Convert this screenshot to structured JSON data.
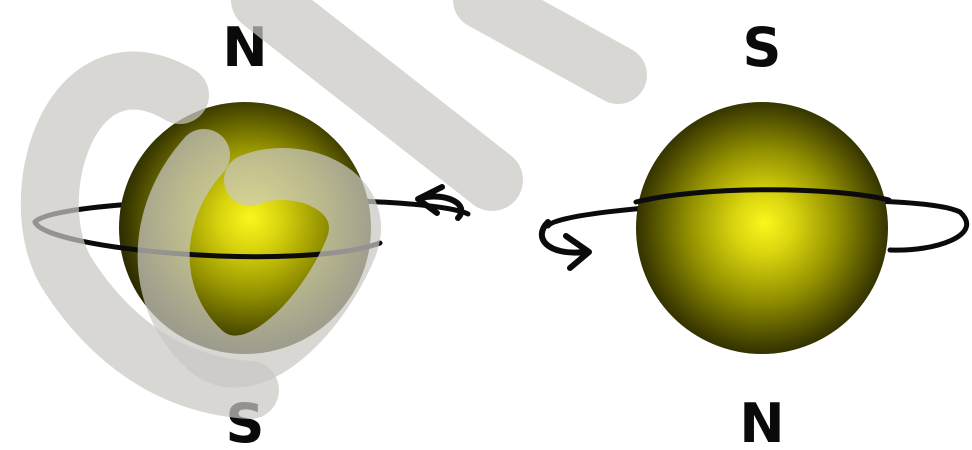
{
  "left_particle": {
    "top_label": "N",
    "bottom_label": "S",
    "sphere_color": "#e4e01a",
    "spin_direction": "counterclockwise-arrow"
  },
  "right_particle": {
    "top_label": "S",
    "bottom_label": "N",
    "sphere_color": "#e4e01a",
    "spin_direction": "clockwise-arrow"
  },
  "colors": {
    "sphere_highlight": "#f4f21a",
    "sphere_shadow": "#101000",
    "orbit": "#0b0b0b",
    "label": "#0a0a0a",
    "watermark": "#c9c8c4"
  }
}
